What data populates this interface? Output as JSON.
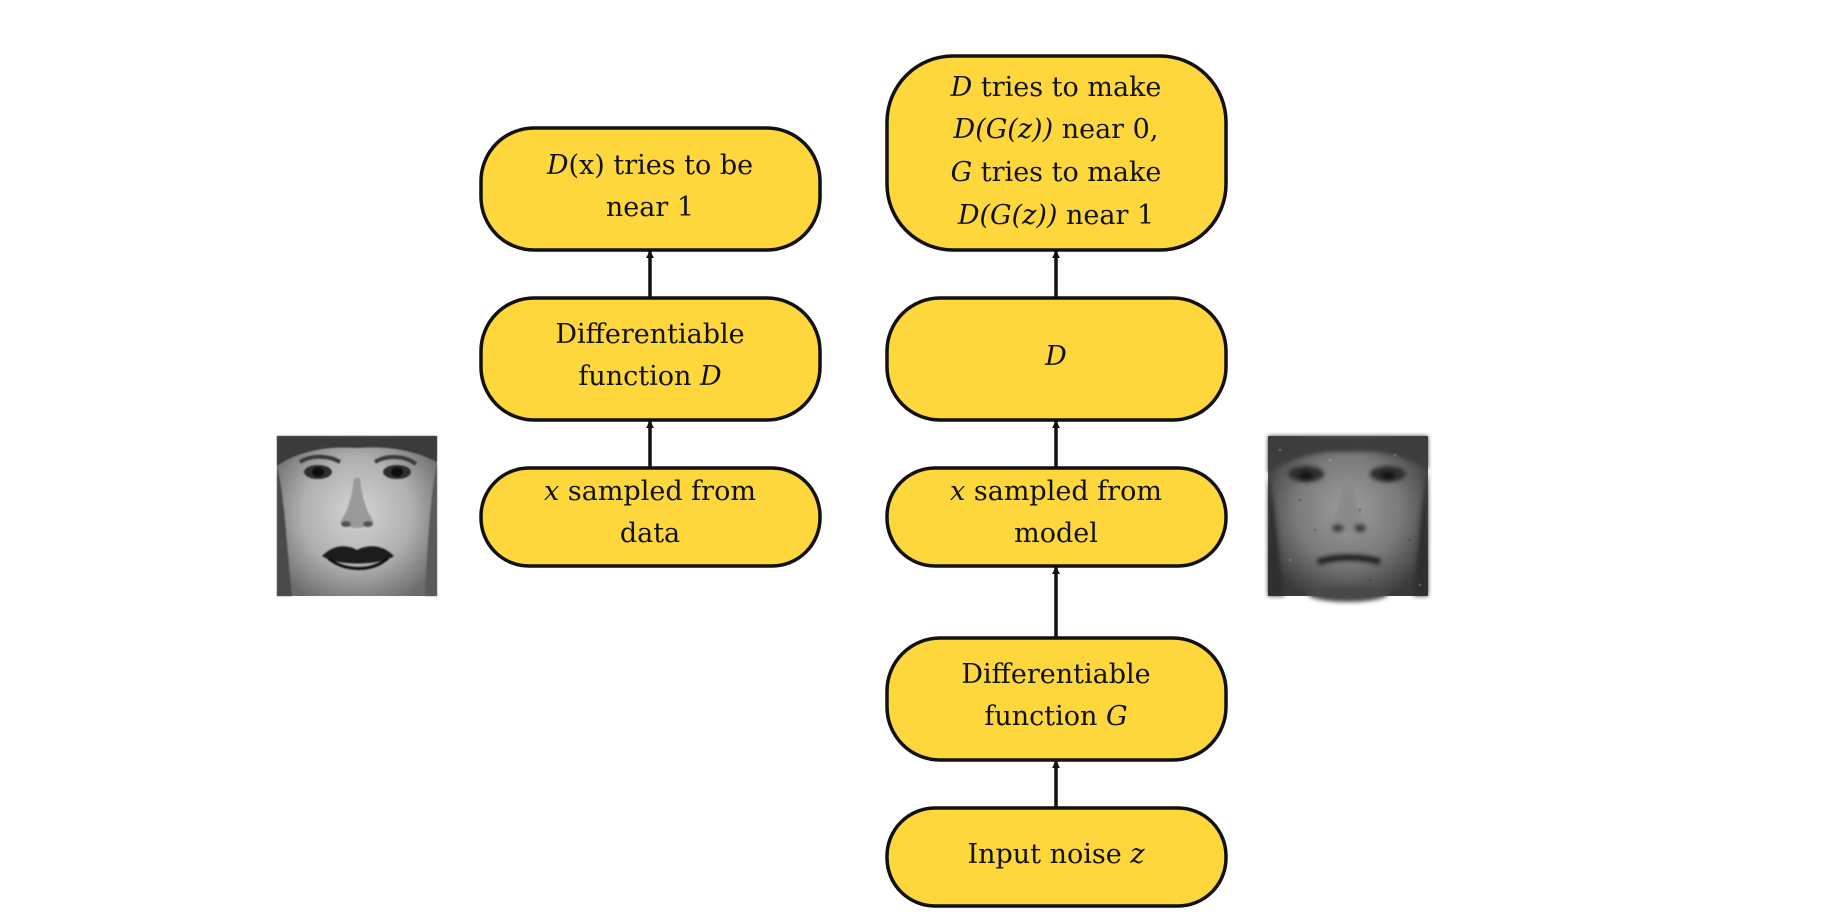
{
  "colors": {
    "node_fill": "#fdd73c",
    "node_stroke": "#111111",
    "arrow": "#111111",
    "background": "#ffffff"
  },
  "left_column": {
    "top": {
      "line1": [
        {
          "t": "D",
          "i": true
        },
        {
          "t": "(x) tries to be",
          "i": false
        }
      ],
      "line2": [
        {
          "t": "near 1",
          "i": false
        }
      ]
    },
    "middle": {
      "line1": [
        {
          "t": "Differentiable",
          "i": false
        }
      ],
      "line2": [
        {
          "t": "function ",
          "i": false
        },
        {
          "t": "D",
          "i": true
        }
      ]
    },
    "bottom": {
      "line1": [
        {
          "t": "x",
          "i": true
        },
        {
          "t": " sampled from",
          "i": false
        }
      ],
      "line2": [
        {
          "t": "data",
          "i": false
        }
      ]
    },
    "image_icon": "real-face-photo"
  },
  "right_column": {
    "top": {
      "line1": [
        {
          "t": "D",
          "i": true
        },
        {
          "t": " tries to make",
          "i": false
        }
      ],
      "line2": [
        {
          "t": "D(G(z))",
          "i": true
        },
        {
          "t": " near 0,",
          "i": false
        }
      ],
      "line3": [
        {
          "t": "G",
          "i": true
        },
        {
          "t": " tries to make",
          "i": false
        }
      ],
      "line4": [
        {
          "t": "D(G(z))",
          "i": true
        },
        {
          "t": " near 1",
          "i": false
        }
      ]
    },
    "discriminator": {
      "line1": [
        {
          "t": "D",
          "i": true
        }
      ]
    },
    "sample": {
      "line1": [
        {
          "t": "x",
          "i": true
        },
        {
          "t": " sampled from",
          "i": false
        }
      ],
      "line2": [
        {
          "t": "model",
          "i": false
        }
      ]
    },
    "generator": {
      "line1": [
        {
          "t": "Differentiable",
          "i": false
        }
      ],
      "line2": [
        {
          "t": "function ",
          "i": false
        },
        {
          "t": "G",
          "i": true
        }
      ]
    },
    "noise": {
      "line1": [
        {
          "t": "Input noise ",
          "i": false
        },
        {
          "t": "z",
          "i": true
        }
      ]
    },
    "image_icon": "generated-face-photo"
  }
}
